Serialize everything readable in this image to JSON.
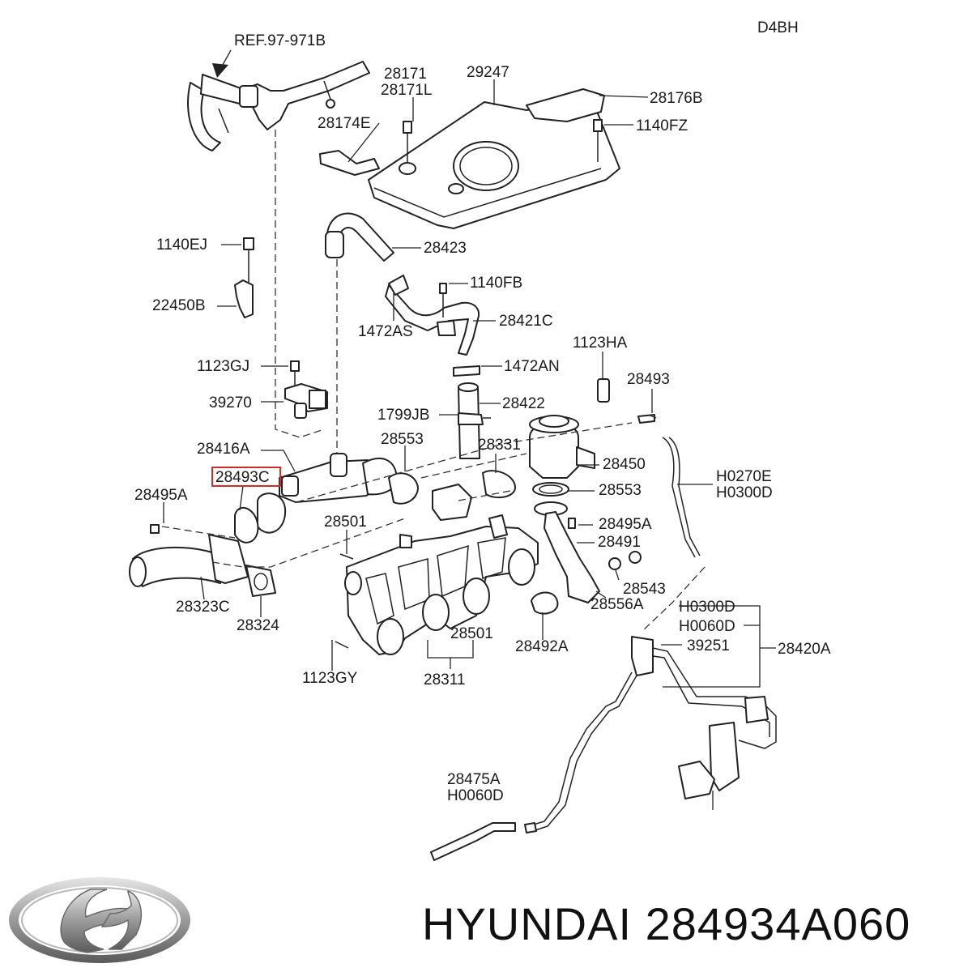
{
  "engine_code": "D4BH",
  "brand_caption": {
    "brand": "HYUNDAI",
    "part_number": "284934A060"
  },
  "highlighted_part": "28493C",
  "callouts": [
    {
      "id": "ref-97-971b",
      "label": "REF.97-971B"
    },
    {
      "id": "c-28171",
      "label": "28171"
    },
    {
      "id": "c-28171l",
      "label": "28171L"
    },
    {
      "id": "c-29247",
      "label": "29247"
    },
    {
      "id": "c-28176b",
      "label": "28176B"
    },
    {
      "id": "c-1140fz",
      "label": "1140FZ"
    },
    {
      "id": "c-28174e",
      "label": "28174E"
    },
    {
      "id": "c-1140ej",
      "label": "1140EJ"
    },
    {
      "id": "c-28423",
      "label": "28423"
    },
    {
      "id": "c-1140fb",
      "label": "1140FB"
    },
    {
      "id": "c-22450b",
      "label": "22450B"
    },
    {
      "id": "c-1472as",
      "label": "1472AS"
    },
    {
      "id": "c-28421c",
      "label": "28421C"
    },
    {
      "id": "c-1123ha",
      "label": "1123HA"
    },
    {
      "id": "c-1123gj",
      "label": "1123GJ"
    },
    {
      "id": "c-1472an",
      "label": "1472AN"
    },
    {
      "id": "c-28493",
      "label": "28493"
    },
    {
      "id": "c-39270",
      "label": "39270"
    },
    {
      "id": "c-28422",
      "label": "28422"
    },
    {
      "id": "c-1799jb",
      "label": "1799JB"
    },
    {
      "id": "c-28416a",
      "label": "28416A"
    },
    {
      "id": "c-28553-a",
      "label": "28553"
    },
    {
      "id": "c-28331",
      "label": "28331"
    },
    {
      "id": "c-28450",
      "label": "28450"
    },
    {
      "id": "c-28493c",
      "label": "28493C"
    },
    {
      "id": "c-h0270e",
      "label": "H0270E"
    },
    {
      "id": "c-h0300d-a",
      "label": "H0300D"
    },
    {
      "id": "c-28495a-a",
      "label": "28495A"
    },
    {
      "id": "c-28553-b",
      "label": "28553"
    },
    {
      "id": "c-28501-a",
      "label": "28501"
    },
    {
      "id": "c-28495a-b",
      "label": "28495A"
    },
    {
      "id": "c-28491",
      "label": "28491"
    },
    {
      "id": "c-28543",
      "label": "28543"
    },
    {
      "id": "c-28323c",
      "label": "28323C"
    },
    {
      "id": "c-28324",
      "label": "28324"
    },
    {
      "id": "c-28556a",
      "label": "28556A"
    },
    {
      "id": "c-h0300d-b",
      "label": "H0300D"
    },
    {
      "id": "c-h0060d-a",
      "label": "H0060D"
    },
    {
      "id": "c-28501-b",
      "label": "28501"
    },
    {
      "id": "c-28492a",
      "label": "28492A"
    },
    {
      "id": "c-39251",
      "label": "39251"
    },
    {
      "id": "c-28420a",
      "label": "28420A"
    },
    {
      "id": "c-1123gy",
      "label": "1123GY"
    },
    {
      "id": "c-28311",
      "label": "28311"
    },
    {
      "id": "c-28475a",
      "label": "28475A"
    },
    {
      "id": "c-h0060d-b",
      "label": "H0060D"
    }
  ],
  "colors": {
    "line": "#222222",
    "highlight": "#c8302c",
    "logo_metal": "#9a9a9a"
  }
}
